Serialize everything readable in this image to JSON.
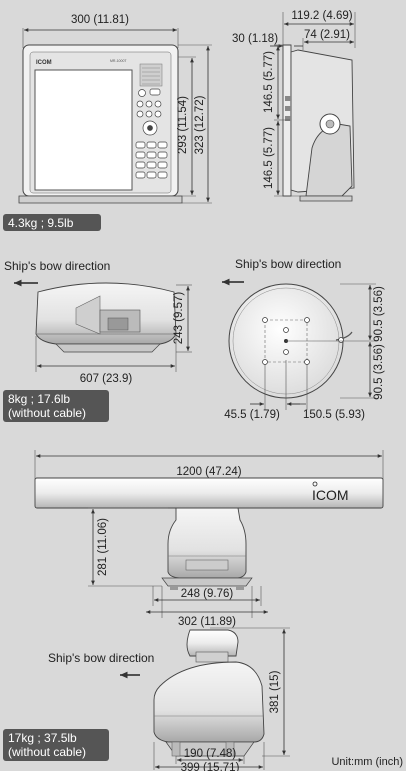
{
  "display_unit": {
    "width": "300 (11.81)",
    "height_inner": "293 (11.54)",
    "height_total": "323 (12.72)",
    "depth_total": "119.2 (4.69)",
    "depth_body": "74 (2.91)",
    "front_thickness": "30 (1.18)",
    "upper_height": "146.5 (5.77)",
    "lower_height": "146.5 (5.77)",
    "brand": "ICOM",
    "model": "MR-1000T",
    "weight": "4.3kg ; 9.5lb"
  },
  "radome": {
    "bow_label": "Ship's bow direction",
    "bow_label_top": "Ship's bow direction",
    "width": "607 (23.9)",
    "height": "243 (9.57)",
    "offset_top": "90.5 (3.56)",
    "offset_bottom": "90.5 (3.56)",
    "hole_left": "45.5 (1.79)",
    "hole_spacing": "150.5 (5.93)",
    "weight_line1": "8kg ; 17.6lb",
    "weight_line2": "(without cable)"
  },
  "open_array": {
    "length": "1200 (47.24)",
    "brand": "ICOM",
    "height": "281 (11.06)",
    "base_inner": "248 (9.76)",
    "base_outer": "302 (11.89)"
  },
  "pedestal": {
    "bow_label": "Ship's bow direction",
    "height": "381 (15)",
    "base_inner": "190 (7.48)",
    "base_outer": "399 (15.71)",
    "weight_line1": "17kg ; 37.5lb",
    "weight_line2": "(without cable)"
  },
  "unit_note": "Unit:mm (inch)"
}
